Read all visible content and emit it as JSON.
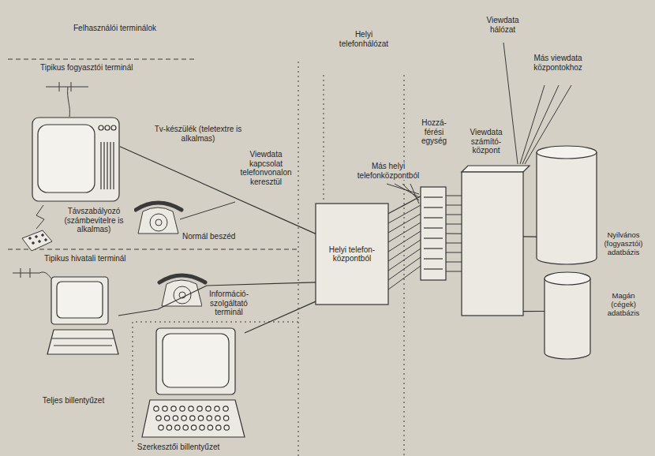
{
  "diagram": {
    "nodes": [
      {
        "text": [
          "Tv-készülék (teletextre is alkalmas)"
        ]
      },
      {
        "text": [
          "Teljes billentyűzet"
        ]
      },
      {
        "text": [
          "Információ-szolgáltató terminál",
          "Szerkesztői billentyűzet"
        ]
      },
      {
        "text": [
          "Helyi telefon-központból"
        ]
      },
      {
        "text": [
          "Hozzá-férési egység"
        ]
      },
      {
        "text": [
          "Viewdata számító-központ"
        ]
      },
      {
        "text": [
          "Nyilvános (fogyasztói) adatbázis"
        ]
      },
      {
        "text": [
          "Magán (cégek) adatbázis"
        ]
      }
    ],
    "edges": [
      {
        "from": 0,
        "to": 3,
        "arrow": "none",
        "label": "Viewdata kapcsolat telefonvonalon keresztül"
      },
      {
        "from": 1,
        "to": 3,
        "arrow": "none"
      },
      {
        "from": 2,
        "to": 3,
        "arrow": "none"
      },
      {
        "from": 3,
        "to": 4,
        "arrow": "none"
      },
      {
        "from": 4,
        "to": 5,
        "arrow": "none"
      },
      {
        "from": 5,
        "to": 6,
        "arrow": "none"
      },
      {
        "from": 5,
        "to": 7,
        "arrow": "none"
      }
    ],
    "labels": [
      "Felhasználói terminálok",
      "Helyi telefonhálózat",
      "Viewdata hálózat",
      "Más viewdata központokhoz",
      "Tipikus fogyasztói terminál",
      "Távszabályozó (számbevitelre is alkalmas)",
      "Normál beszéd",
      "Tipikus hivatali terminál",
      "Más helyi telefonközpontból"
    ]
  }
}
